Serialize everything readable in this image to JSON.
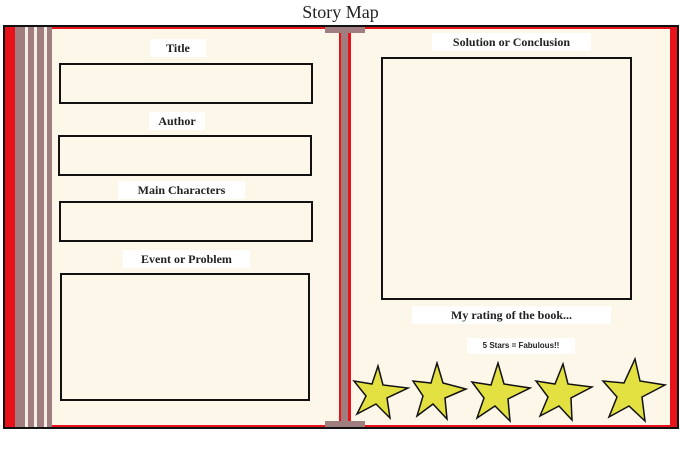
{
  "title": "Story Map",
  "fields": {
    "title_label": "Title",
    "author_label": "Author",
    "characters_label": "Main Characters",
    "event_label": "Event or Problem",
    "solution_label": "Solution or Conclusion",
    "rating_label": "My rating of the book...",
    "rating_hint": "5 Stars = Fabulous!!"
  },
  "rating": {
    "max_stars": 5,
    "star_icon": "star-icon"
  },
  "colors": {
    "cover": "#e8121a",
    "spine": "#a07e80",
    "page": "#fdf7ea",
    "star_fill": "#e3e042"
  }
}
